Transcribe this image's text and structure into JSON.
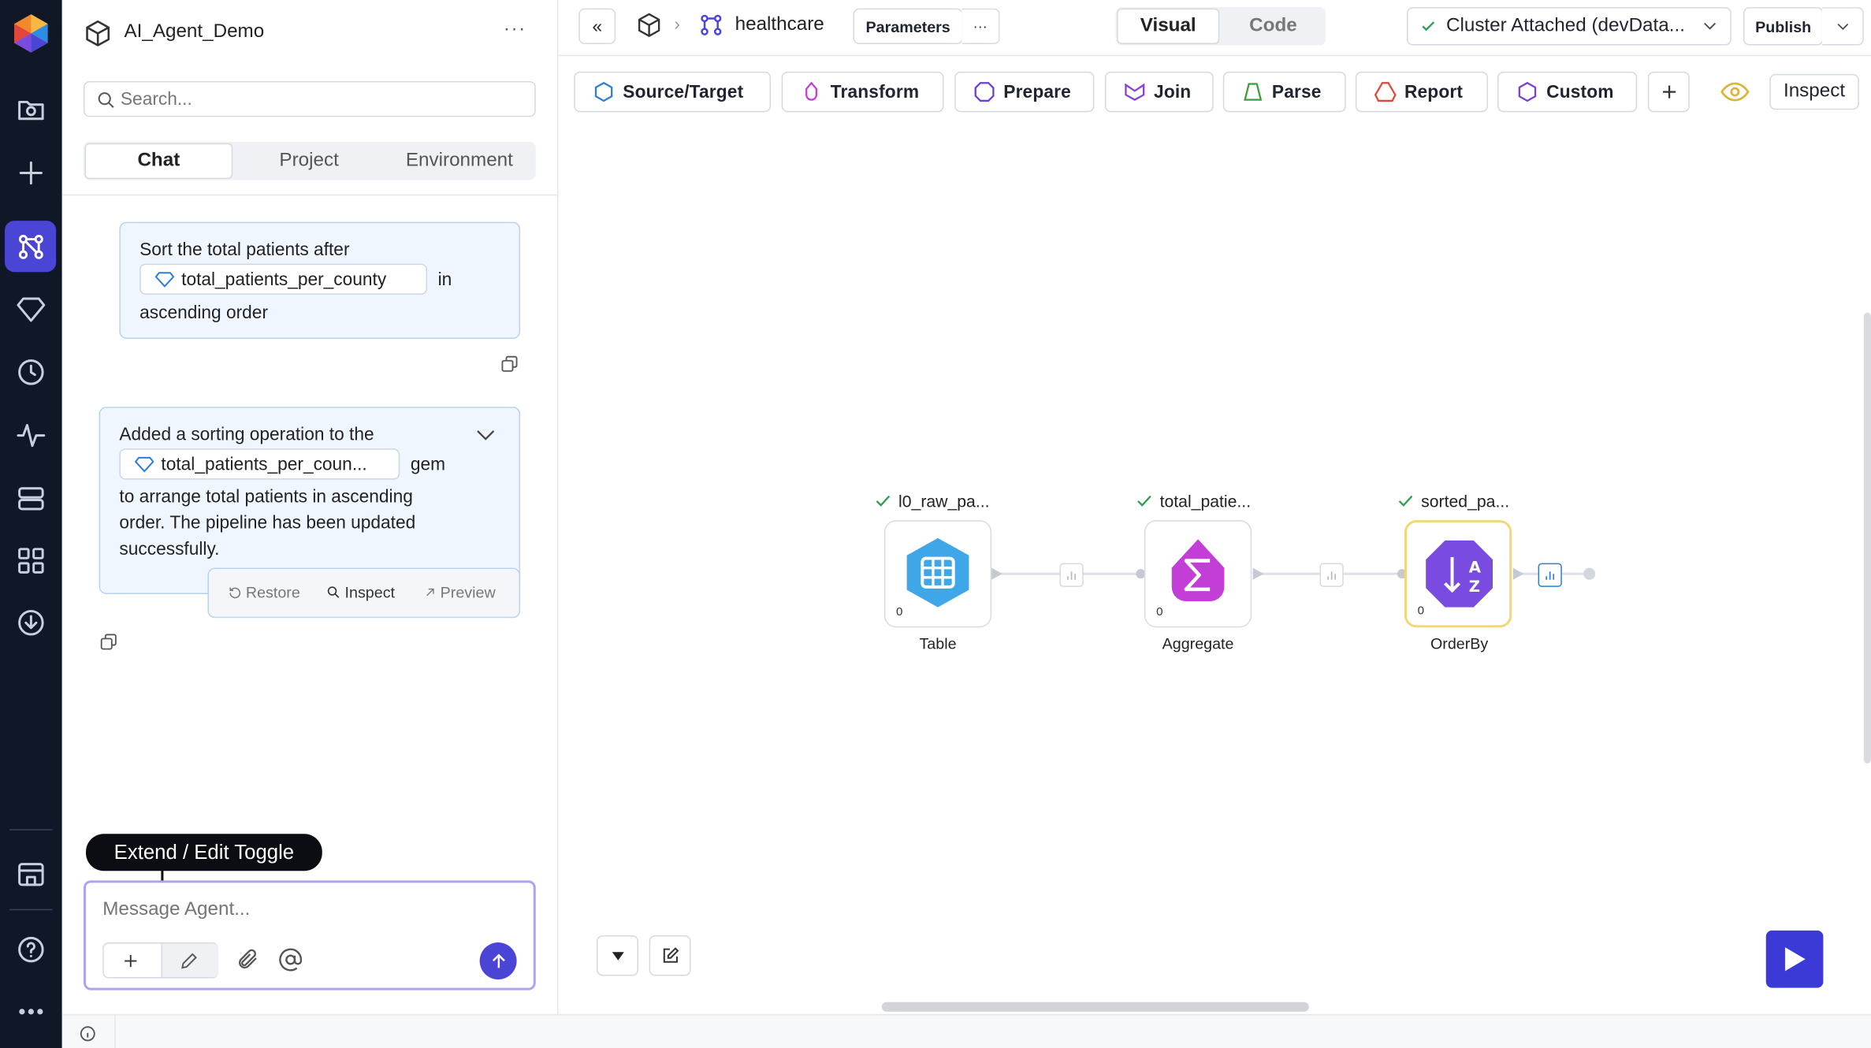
{
  "sidebar": {
    "icons": [
      "logo-icon",
      "folder-icon",
      "plus-icon",
      "pipeline-icon",
      "gem-icon",
      "clock-icon",
      "activity-icon",
      "server-icon",
      "apps-icon",
      "download-icon",
      "store-icon",
      "help-icon",
      "more-icon"
    ]
  },
  "panel": {
    "title": "AI_Agent_Demo",
    "menu": "···",
    "search_placeholder": "Search...",
    "tabs": [
      "Chat",
      "Project",
      "Environment"
    ],
    "messages": [
      {
        "pre": "Sort the total patients after",
        "chip": "total_patients_per_county",
        "mid": "in",
        "post": "ascending order"
      },
      {
        "pre": "Added a sorting operation to the",
        "chip": "total_patients_per_coun...",
        "mid": "gem",
        "line2": "to arrange total patients in ascending",
        "line3": "order. The pipeline has been updated",
        "line4": "successfully."
      }
    ],
    "actions": {
      "restore": "Restore",
      "inspect": "Inspect",
      "preview": "Preview"
    },
    "tooltip": "Extend / Edit Toggle",
    "input_placeholder": "Message Agent..."
  },
  "topbar": {
    "collapse": "«",
    "crumb_sep": "›",
    "pipeline": "healthcare",
    "parameters": "Parameters",
    "more": "···",
    "view_tabs": [
      "Visual",
      "Code"
    ],
    "cluster": "Cluster Attached (devData...",
    "publish": "Publish"
  },
  "gems": [
    "Source/Target",
    "Transform",
    "Prepare",
    "Join",
    "Parse",
    "Report",
    "Custom"
  ],
  "inspect": "Inspect",
  "nodes": [
    {
      "title": "l0_raw_pa...",
      "label": "Table",
      "count": "0"
    },
    {
      "title": "total_patie...",
      "label": "Aggregate",
      "count": "0"
    },
    {
      "title": "sorted_pa...",
      "label": "OrderBy",
      "count": "0"
    }
  ],
  "colors": {
    "accent": "#4b45d6",
    "rail": "#101828",
    "table": "#3fa6e8",
    "aggregate": "#c33ed6",
    "orderby": "#7a4be0",
    "selected": "#f1d77a",
    "run": "#3b3ad6"
  }
}
